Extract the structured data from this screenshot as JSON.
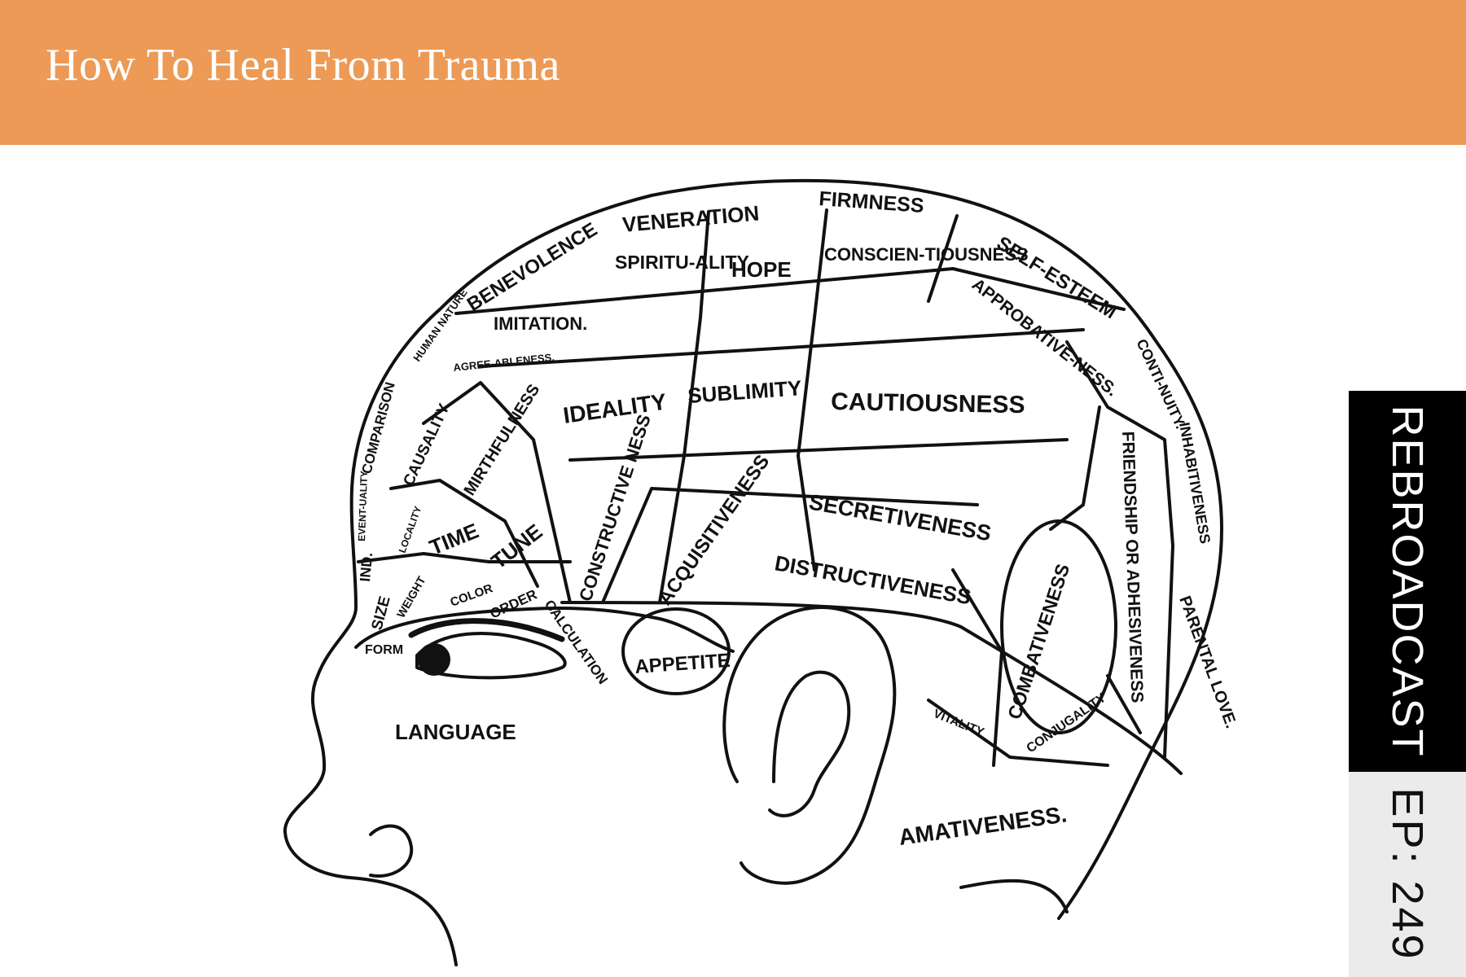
{
  "banner": {
    "title": "How To Heal From Trauma",
    "background": "#ec9a56"
  },
  "side": {
    "rebroadcast": "REBROADCAST",
    "episode": "EP: 249"
  },
  "illustration": {
    "icon": "phrenology-head-icon",
    "labels": {
      "veneration": "VENERATION",
      "firmness": "FIRMNESS",
      "benevolence": "BENEVOLENCE",
      "spirituality": "SPIRITU-ALITY.",
      "hope": "HOPE",
      "conscientiousness": "CONSCIEN-TIOUSNESS",
      "self_esteem": "SELF-ESTEEM",
      "approbativeness": "APPROBATIVE-NESS.",
      "human_nature": "HUMAN NATURE",
      "imitation": "IMITATION.",
      "agreeableness": "AGREE-ABLENESS.",
      "continuity": "CONTI-NUITY.",
      "comparison": "COMPARISON",
      "causality": "CAUSALITY",
      "mirthfulness": "MIRTHFULNESS",
      "ideality": "IDEALITY",
      "sublimity": "SUBLIMITY",
      "cautiousness": "CAUTIOUSNESS",
      "friendship": "FRIENDSHIP OR ADHESIVENESS",
      "inhabitiveness": "INHABITIVENESS",
      "eventuality": "EVENT-UALITY",
      "locality": "LOCALITY",
      "time": "TIME",
      "tune": "TUNE",
      "constructiveness": "CONSTRUCTIVE NESS",
      "acquisitiveness": "ACQUISITIVENESS",
      "secretiveness": "SECRETIVENESS",
      "individuality": "IND.",
      "size": "SIZE",
      "weight": "WEIGHT",
      "color": "COLOR",
      "order": "ORDER",
      "calculation": "CALCULATION",
      "destructiveness": "DISTRUCTIVENESS",
      "combativeness": "COMBATIVENESS",
      "parental_love": "PARENTAL LOVE.",
      "form": "FORM",
      "appetite": "APPETITE",
      "vitality": "VITALITY",
      "conjugality": "CONJUGALITY",
      "language": "LANGUAGE",
      "amativeness": "AMATIVENESS."
    }
  }
}
